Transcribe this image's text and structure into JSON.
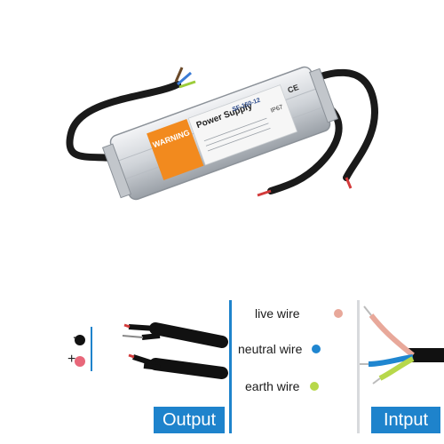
{
  "product": {
    "label_model": "SF-150-12",
    "label_title": "Power Supply",
    "label_warning": "WARNING",
    "label_rating": "IP67",
    "label_ce": "CE"
  },
  "output_panel": {
    "minus_sign": "−",
    "plus_sign": "+",
    "caption": "Output",
    "colors": {
      "negative": "#111111",
      "positive": "#e8677a"
    }
  },
  "legend": {
    "items": [
      {
        "label": "live wire",
        "color": "#e8a89a"
      },
      {
        "label": "neutral wire",
        "color": "#1f86d0"
      },
      {
        "label": "earth wire",
        "color": "#b7d84a"
      }
    ]
  },
  "input_panel": {
    "caption": "Intput"
  },
  "accent_color": "#1e83cc"
}
